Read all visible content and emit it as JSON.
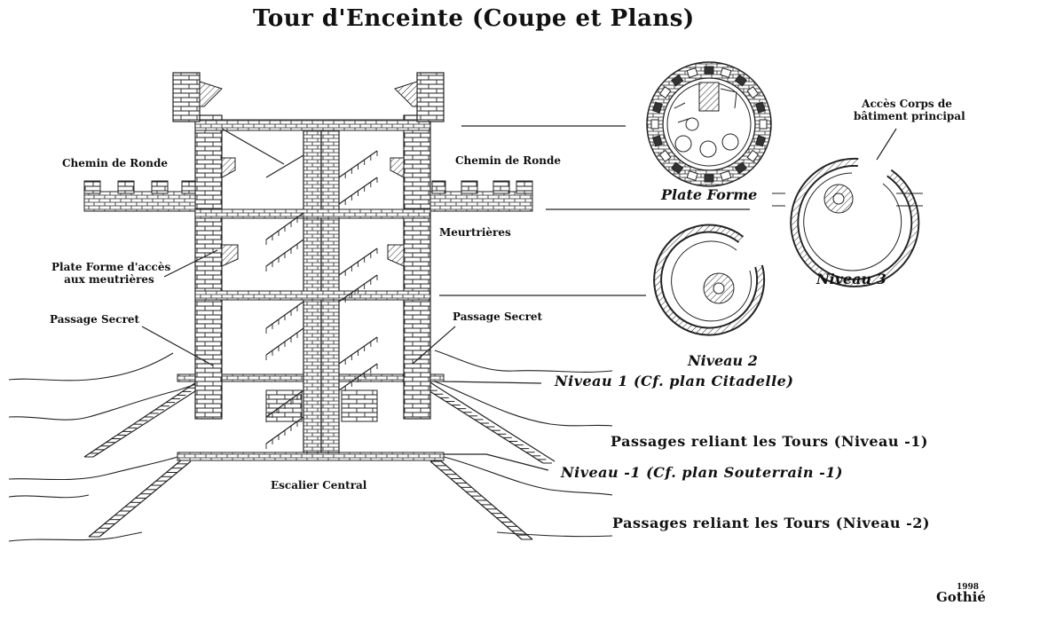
{
  "title": "Tour d'Enceinte (Coupe et Plans)",
  "labels": {
    "chemin_left": "Chemin de Ronde",
    "chemin_right": "Chemin de Ronde",
    "meurtrieres": "Meurtrières",
    "plate_forme_acces_1": "Plate Forme d'accès",
    "plate_forme_acces_2": "aux meutrières",
    "passage_secret_left": "Passage Secret",
    "passage_secret_right": "Passage Secret",
    "escalier_central": "Escalier Central",
    "acces_corps_1": "Accès Corps de",
    "acces_corps_2": "bâtiment principal"
  },
  "plans": {
    "plate_forme": "Plate Forme",
    "niveau_3": "Niveau 3",
    "niveau_2": "Niveau 2"
  },
  "levels": {
    "niveau_1": "Niveau 1 (Cf. plan Citadelle)",
    "passages_m1": "Passages reliant les Tours (Niveau -1)",
    "niveau_m1": "Niveau -1 (Cf. plan Souterrain -1)",
    "passages_m2": "Passages reliant les Tours (Niveau -2)"
  },
  "signature": {
    "year": "1998",
    "name": "Gothié"
  }
}
